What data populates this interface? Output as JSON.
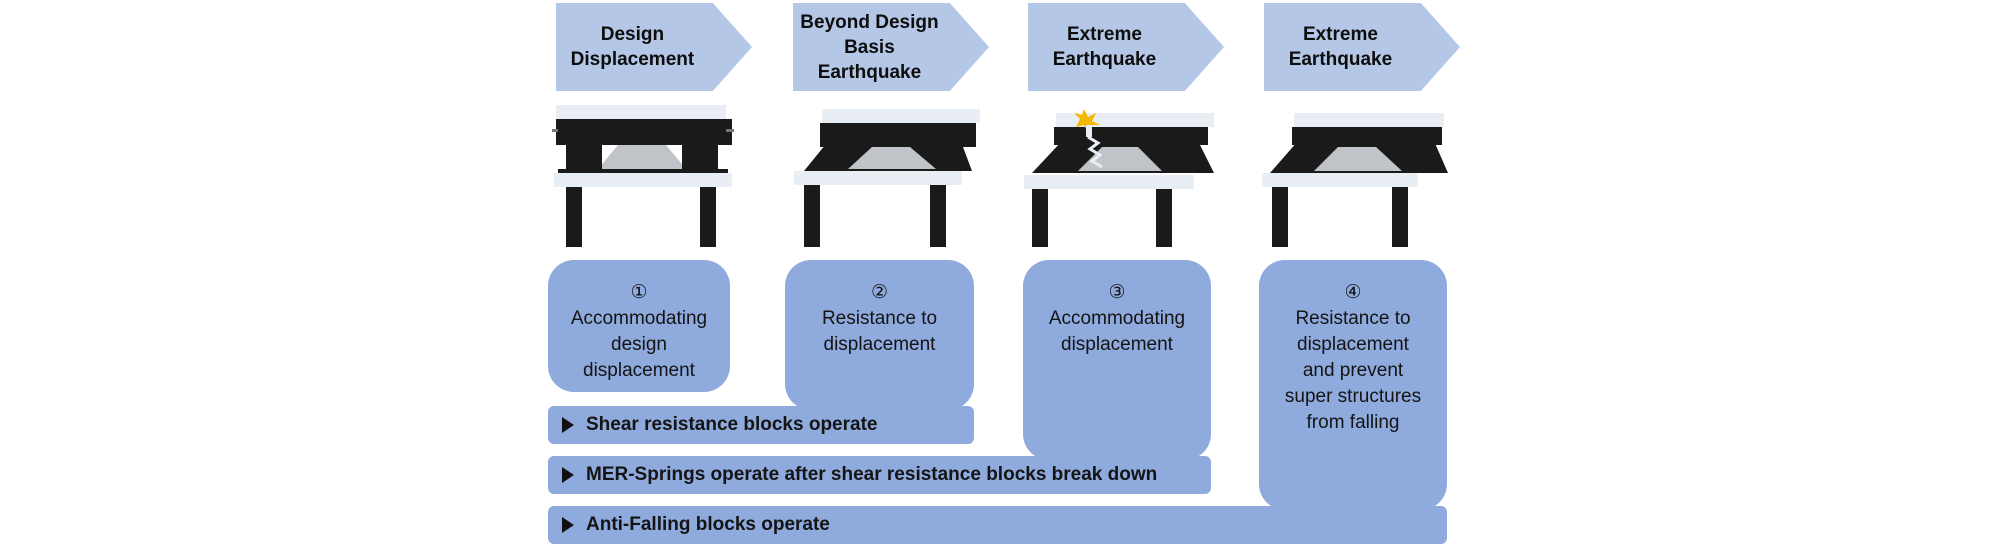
{
  "stages": [
    {
      "header": "Design\nDisplacement",
      "number": "①",
      "description": "Accommodating\ndesign\ndisplacement"
    },
    {
      "header": "Beyond Design\nBasis Earthquake",
      "number": "②",
      "description": "Resistance to\ndisplacement"
    },
    {
      "header": "Extreme\nEarthquake",
      "number": "③",
      "description": "Accommodating\ndisplacement"
    },
    {
      "header": "Extreme\nEarthquake",
      "number": "④",
      "description": "Resistance to\ndisplacement\nand prevent\nsuper structures\nfrom falling"
    }
  ],
  "bars": [
    {
      "label": "Shear resistance blocks operate"
    },
    {
      "label": "MER-Springs operate after shear resistance blocks break down"
    },
    {
      "label": "Anti-Falling blocks operate"
    }
  ],
  "colors": {
    "header_fill": "#b4c7e7",
    "box_fill": "#8faadc",
    "bearing_dark": "#1a1a1a",
    "plate": "#e8eef4",
    "cone": "#c0c4c8",
    "spark": "#f5b800"
  }
}
